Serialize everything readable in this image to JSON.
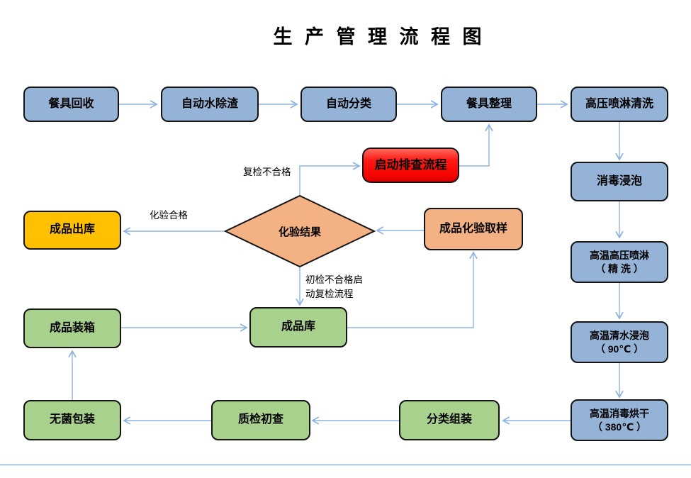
{
  "title": "生 产 管 理 流 程 图",
  "nodes": {
    "recycle": {
      "label": "餐具回收"
    },
    "deslag": {
      "label": "自动水除渣"
    },
    "classify": {
      "label": "自动分类"
    },
    "arrange": {
      "label": "餐具整理"
    },
    "spray_clean": {
      "label": "高压喷淋清洗"
    },
    "soak": {
      "label": "消毒浸泡"
    },
    "fine_wash": {
      "label": "高温高压喷淋\n（ 精  洗 ）"
    },
    "hot_soak": {
      "label": "高温清水浸泡\n（ 90℃ ）"
    },
    "dry": {
      "label": "高温消毒烘干\n（ 380℃  ）"
    },
    "assemble": {
      "label": "分类组装"
    },
    "initial_check": {
      "label": "质检初查"
    },
    "sterile_pack": {
      "label": "无菌包装"
    },
    "boxing": {
      "label": "成品装箱"
    },
    "warehouse": {
      "label": "成品库"
    },
    "sampling": {
      "label": "成品化验取样"
    },
    "lab_result": {
      "label": "化验结果"
    },
    "outbound": {
      "label": "成品出库"
    },
    "investigate": {
      "label": "启动排查流程"
    }
  },
  "edge_labels": {
    "recheck_fail": "复检不合格",
    "test_pass": "化验合格",
    "initial_fail": "初检不合格启\n动复检流程"
  },
  "colors": {
    "process_blue": "#95B3D7",
    "process_green": "#A9D18E",
    "sample_orange": "#F4B183",
    "outbound_yellow": "#FFC000",
    "alert_red": "#FF1814",
    "connector_blue": "#8DB4E2",
    "border_black": "#141414"
  }
}
